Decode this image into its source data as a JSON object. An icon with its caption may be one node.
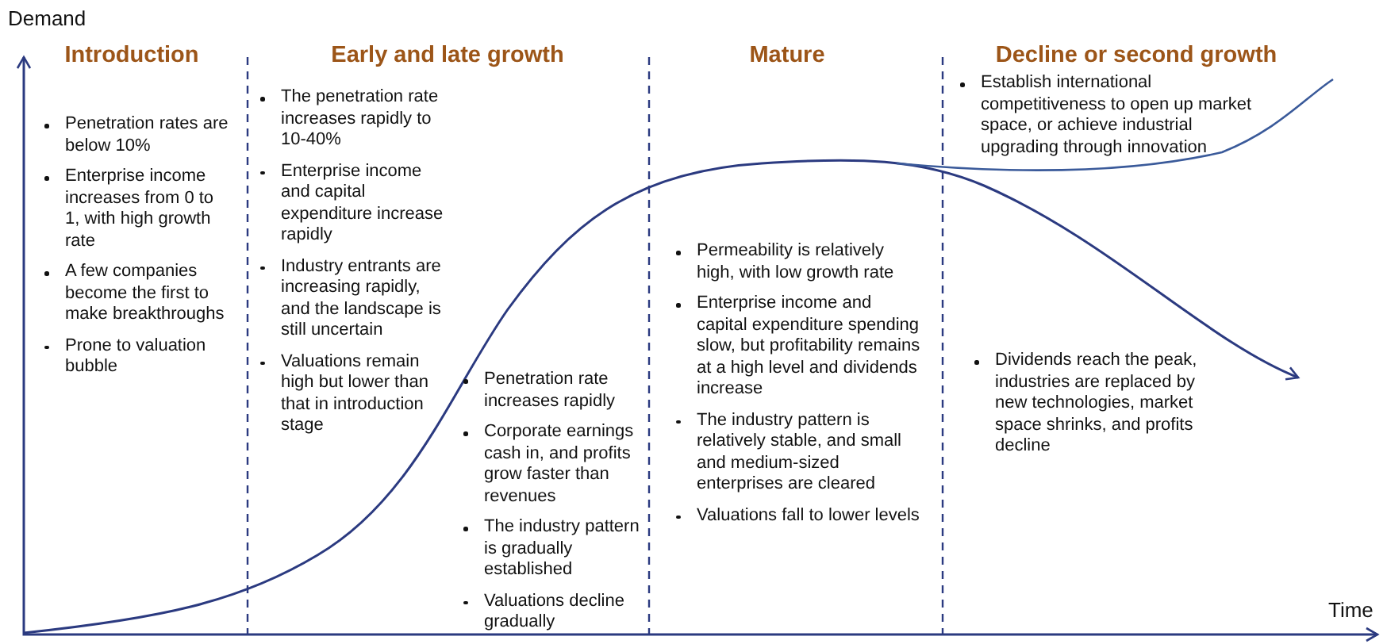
{
  "diagram": {
    "labels": [
      "Demand",
      "Introduction",
      "Early and late growth",
      "Mature",
      "Decline or second growth",
      "Penetration rates are below 10%",
      "Enterprise income increases from 0 to 1, with high growth rate",
      "A few companies become the first to make breakthroughs",
      "Prone to valuation bubble",
      "The penetration rate increases rapidly to 10-40%",
      "Enterprise income and capital expenditure increase rapidly",
      "Industry entrants are increasing rapidly, and the landscape is still uncertain",
      "Valuations remain high but lower than that in introduction stage",
      "Penetration rate increases rapidly",
      "Corporate earnings cash in, and profits grow faster than revenues",
      "The industry pattern is gradually established",
      "Valuations decline gradually",
      "Permeability is relatively high, with low growth rate",
      "Enterprise income and capital expenditure spending slow, but profitability remains at a high level and dividends increase",
      "The industry pattern is relatively stable, and small and medium-sized enterprises are cleared",
      "Valuations fall to lower levels",
      "Establish international competitiveness to open up market space, or achieve industrial upgrading through innovation",
      "Dividends reach the peak, industries are replaced by new technologies, market space shrinks, and profits decline",
      "Time"
    ]
  }
}
